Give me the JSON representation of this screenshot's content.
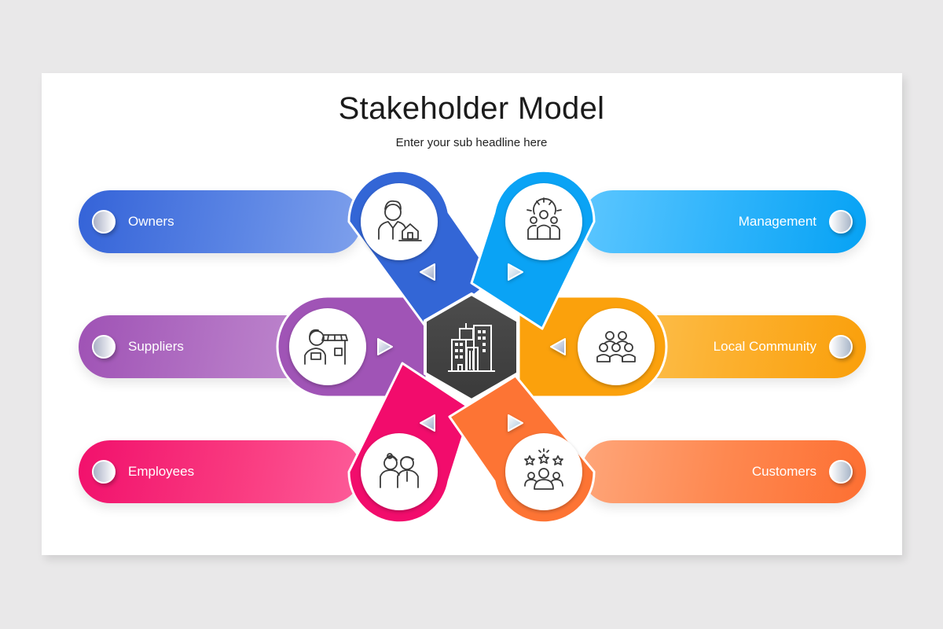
{
  "slide": {
    "title": "Stakeholder Model",
    "subtitle": "Enter your sub headline here"
  },
  "center": {
    "icon": "office-buildings-icon",
    "color": "#444444"
  },
  "stakeholders": [
    {
      "label": "Owners",
      "side": "left",
      "row": 1,
      "icon": "businessman-house-icon",
      "color": "#3366d6",
      "pill_gradient": [
        "#3463d8",
        "#7ea0ec"
      ]
    },
    {
      "label": "Management",
      "side": "right",
      "row": 1,
      "icon": "team-gear-icon",
      "color": "#0aa3f5",
      "pill_gradient": [
        "#5cc6ff",
        "#06a2f4"
      ]
    },
    {
      "label": "Suppliers",
      "side": "left",
      "row": 2,
      "icon": "vendor-shop-icon",
      "color": "#a054b6",
      "pill_gradient": [
        "#9f52b5",
        "#c392d2"
      ]
    },
    {
      "label": "Local Community",
      "side": "right",
      "row": 2,
      "icon": "community-group-icon",
      "color": "#fba10c",
      "pill_gradient": [
        "#fdbd4a",
        "#fa9f0a"
      ]
    },
    {
      "label": "Employees",
      "side": "left",
      "row": 3,
      "icon": "employees-pair-icon",
      "color": "#f20c6c",
      "pill_gradient": [
        "#f1106c",
        "#fd5c99"
      ]
    },
    {
      "label": "Customers",
      "side": "right",
      "row": 3,
      "icon": "customers-rating-icon",
      "color": "#fd7434",
      "pill_gradient": [
        "#fe9b6b",
        "#fd6f32"
      ]
    }
  ]
}
